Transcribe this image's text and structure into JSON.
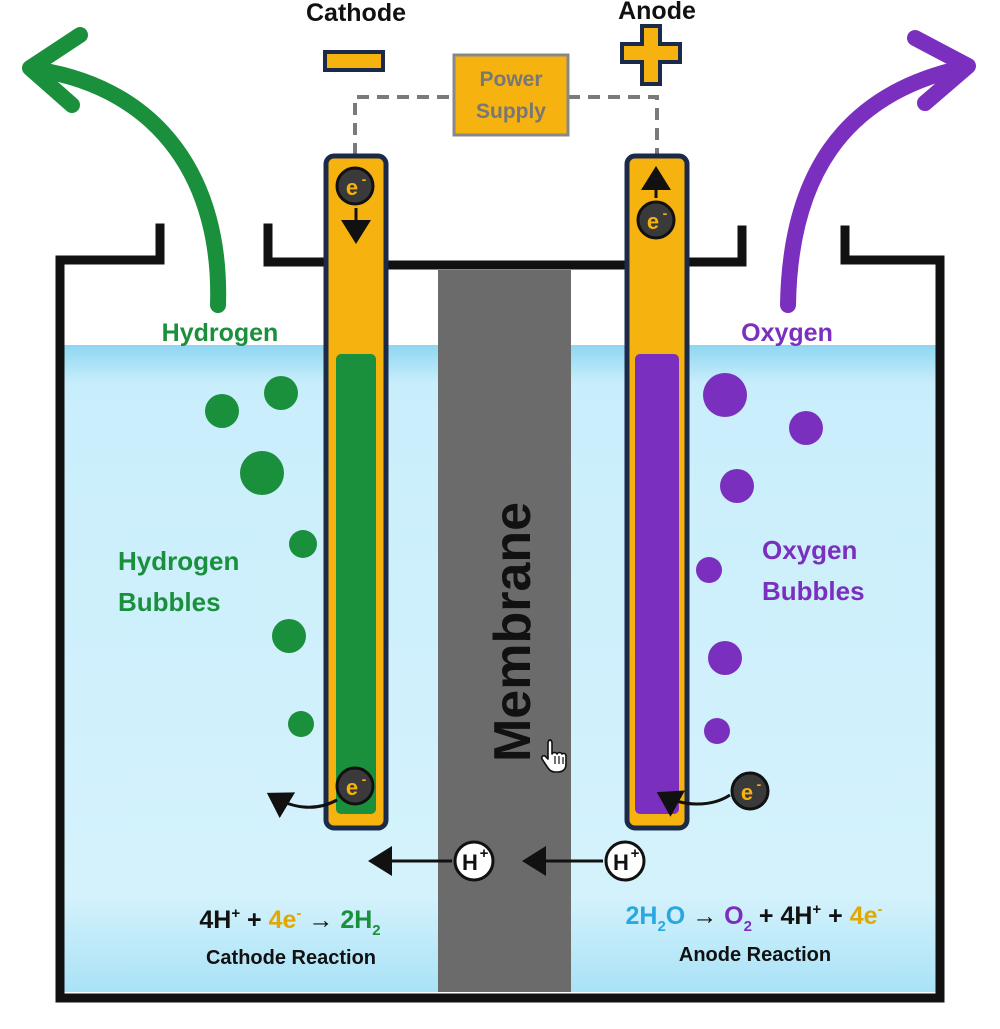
{
  "labels": {
    "cathode": "Cathode",
    "anode": "Anode",
    "power_supply_line1": "Power",
    "power_supply_line2": "Supply",
    "hydrogen": "Hydrogen",
    "oxygen": "Oxygen",
    "hydrogen_bubbles_line1": "Hydrogen",
    "hydrogen_bubbles_line2": "Bubbles",
    "oxygen_bubbles_line1": "Oxygen",
    "oxygen_bubbles_line2": "Bubbles",
    "membrane": "Membrane",
    "electron": "e",
    "electron_sup": "-",
    "proton": "H",
    "proton_sup": "+",
    "cathode_reaction_title": "Cathode Reaction",
    "anode_reaction_title": "Anode Reaction"
  },
  "cathode_equation": {
    "part1": "4H",
    "part1_sup": "+",
    "plus1": " + ",
    "part2": "4e",
    "part2_sup": "-",
    "arrow": " → ",
    "part3": "2H",
    "part3_sub": "2"
  },
  "anode_equation": {
    "part1": "2H",
    "part1_sub": "2",
    "part1_end": "O",
    "arrow": " → ",
    "part2": "O",
    "part2_sub": "2",
    "plus1": " + ",
    "part3": "4H",
    "part3_sup": "+",
    "plus2": " + ",
    "part4": "4e",
    "part4_sup": "-"
  },
  "colors": {
    "hydrogen_green": "#1a8f3c",
    "oxygen_purple": "#7b2fbe",
    "electrode_orange": "#f6b20f",
    "electrode_border": "#1c2a4a",
    "water_top": "#bfe9f9",
    "water_edge": "#8fd6f2",
    "membrane_gray": "#6b6b6b",
    "water_blue_text": "#29a8e0",
    "electron_bg": "#3a3a3a",
    "wire_gray": "#7a7a7a"
  },
  "icons": {
    "cursor": "hand-pointer-icon",
    "minus": "minus-sign-icon",
    "plus": "plus-sign-icon"
  }
}
